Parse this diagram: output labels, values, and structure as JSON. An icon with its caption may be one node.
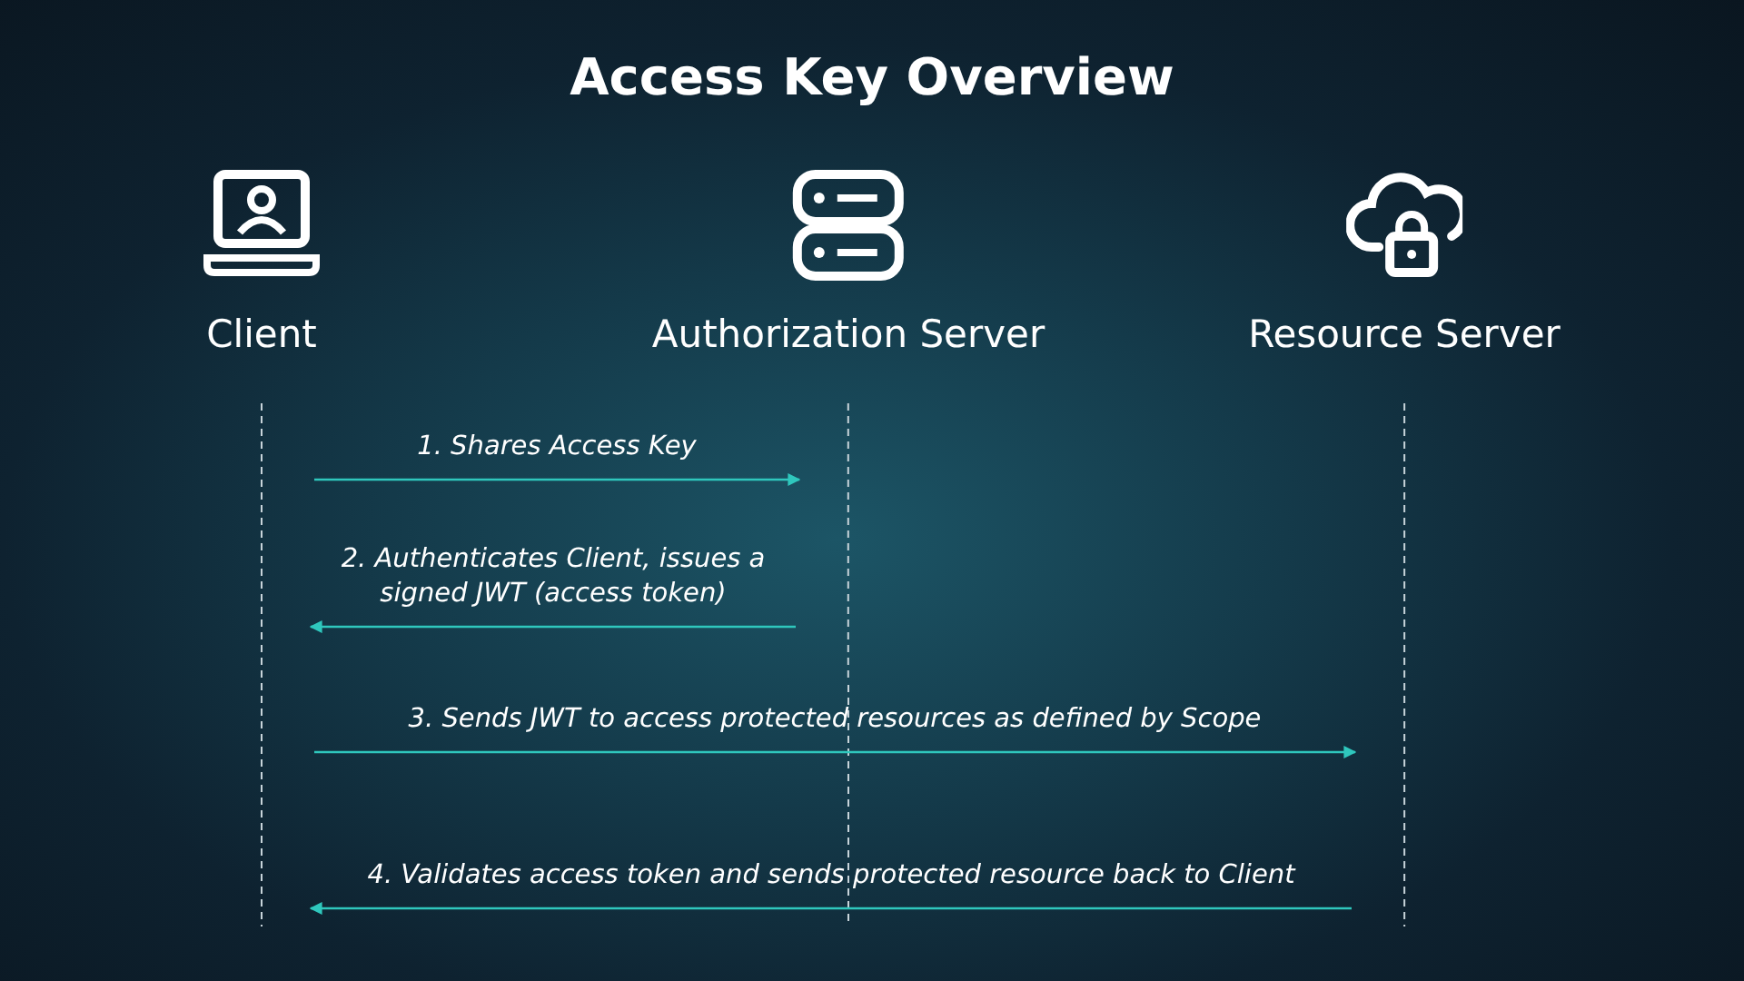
{
  "diagram": {
    "title": "Access Key Overview",
    "nodes": [
      {
        "text": [
          "Client"
        ]
      },
      {
        "text": [
          "Authorization Server"
        ]
      },
      {
        "text": [
          "Resource Server"
        ]
      }
    ],
    "edges": [
      {
        "from": 0,
        "to": 1,
        "arrow": "to",
        "label": "1. Shares Access Key"
      },
      {
        "from": 1,
        "to": 0,
        "arrow": "to",
        "label": "2. Authenticates Client, issues a signed JWT (access token)"
      },
      {
        "from": 0,
        "to": 2,
        "arrow": "to",
        "label": "3. Sends JWT to access protected resources as defined by Scope"
      },
      {
        "from": 2,
        "to": 0,
        "arrow": "to",
        "label": "4. Validates access token and sends protected resource back to Client"
      }
    ]
  }
}
